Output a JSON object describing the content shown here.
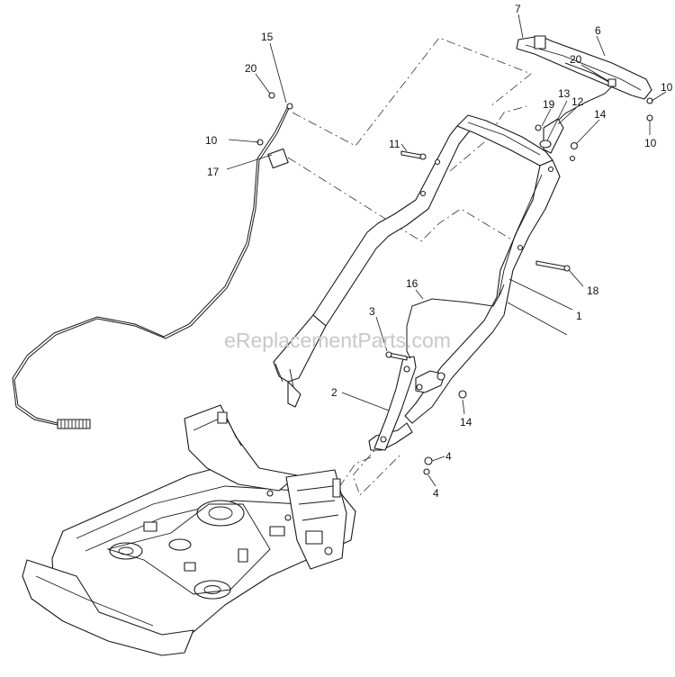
{
  "diagram": {
    "watermark": "eReplacementParts.com",
    "callouts": [
      {
        "id": "c1",
        "label": "1"
      },
      {
        "id": "c2",
        "label": "2"
      },
      {
        "id": "c3",
        "label": "3"
      },
      {
        "id": "c4a",
        "label": "4"
      },
      {
        "id": "c4b",
        "label": "4"
      },
      {
        "id": "c6",
        "label": "6"
      },
      {
        "id": "c7",
        "label": "7"
      },
      {
        "id": "c10a",
        "label": "10"
      },
      {
        "id": "c10b",
        "label": "10"
      },
      {
        "id": "c10c",
        "label": "10"
      },
      {
        "id": "c11",
        "label": "11"
      },
      {
        "id": "c12",
        "label": "12"
      },
      {
        "id": "c13",
        "label": "13"
      },
      {
        "id": "c14a",
        "label": "14"
      },
      {
        "id": "c14b",
        "label": "14"
      },
      {
        "id": "c15",
        "label": "15"
      },
      {
        "id": "c16",
        "label": "16"
      },
      {
        "id": "c17",
        "label": "17"
      },
      {
        "id": "c18",
        "label": "18"
      },
      {
        "id": "c19",
        "label": "19"
      },
      {
        "id": "c20a",
        "label": "20"
      },
      {
        "id": "c20b",
        "label": "20"
      }
    ]
  }
}
